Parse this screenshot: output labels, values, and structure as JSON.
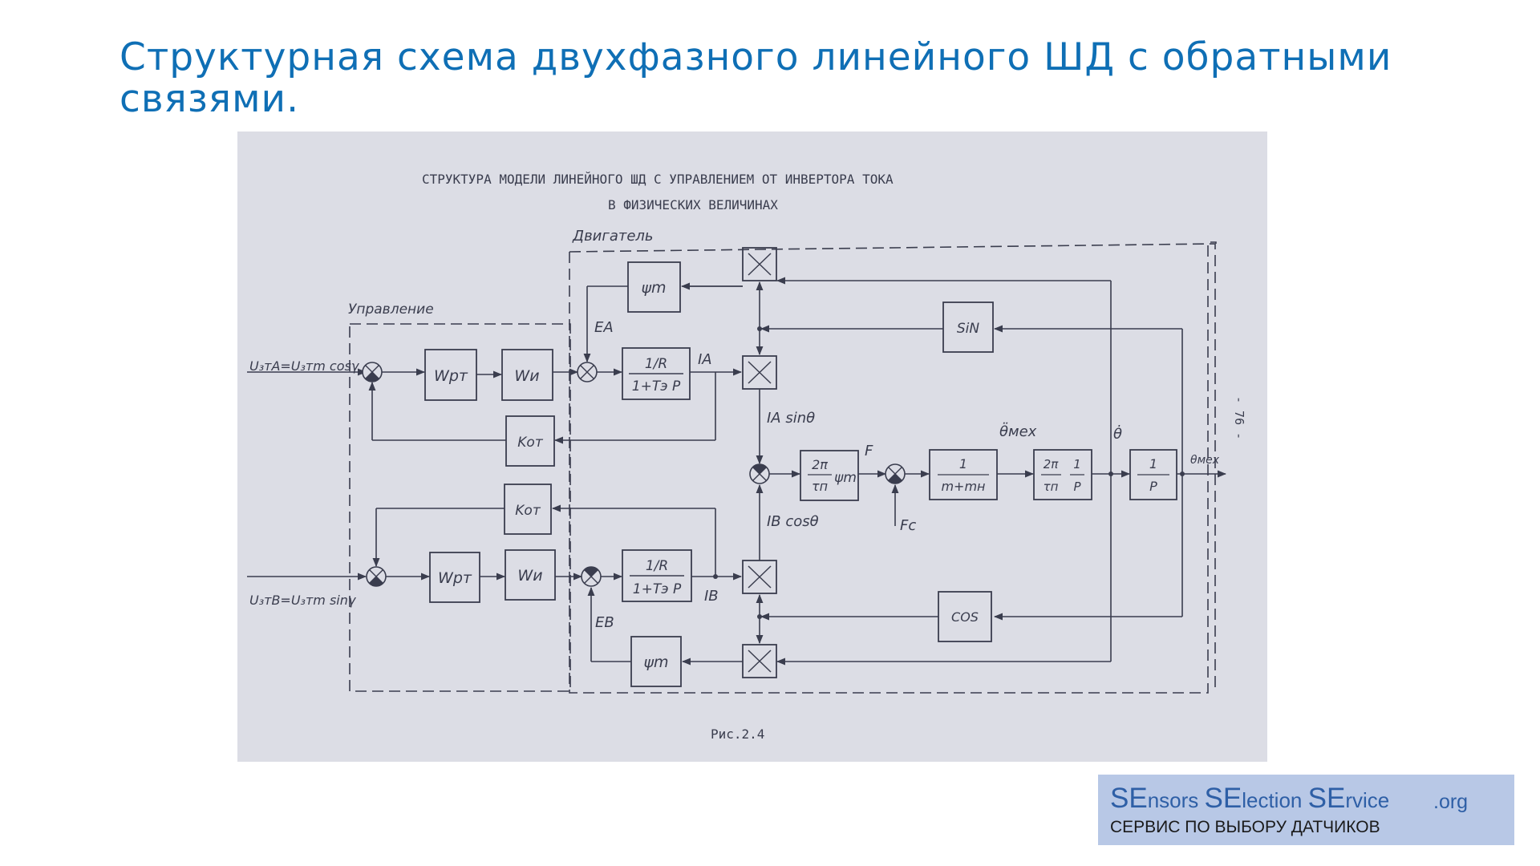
{
  "slide": {
    "title": "Структурная схема двухфазного линейного ШД с обратными связями."
  },
  "figure": {
    "heading_line1": "СТРУКТУРА МОДЕЛИ ЛИНЕЙНОГО ШД С УПРАВЛЕНИЕМ ОТ ИНВЕРТОРА ТОКА",
    "heading_line2": "В ФИЗИЧЕСКИХ ВЕЛИЧИНАХ",
    "caption": "Рис.2.4",
    "page_number": "- 76 -",
    "group_motor": "Двигатель",
    "group_control": "Управление",
    "inputs": {
      "a": "U₃ᴛA=U₃ᴛm cosγ",
      "b": "U₃ᴛB=U₃ᴛm sinγ"
    },
    "blocks": {
      "wpt": "Wрт",
      "wi": "Wи",
      "ga_num": "1/R",
      "ga_den": "1+Tэ P",
      "kot": "Kот",
      "psi": "ψm",
      "sin": "SiN",
      "cos": "COS",
      "force_num": "2π",
      "force_den": "τп",
      "force_psi": "ψm",
      "mass_num": "1",
      "mass_den": "m+mн",
      "vel_num1": "2π",
      "vel_den1": "τп",
      "vel_num2": "1",
      "vel_den2": "P",
      "int_num": "1",
      "int_den": "P"
    },
    "signals": {
      "ea": "EA",
      "eb": "EB",
      "ia": "IA",
      "ib": "IB",
      "ia_sin": "IA sinθ",
      "ib_cos": "IB cosθ",
      "force": "F",
      "load": "Fc",
      "accel": "θ̈мех",
      "speed": "θ̇",
      "position": "θмех"
    }
  },
  "logo": {
    "se1": "SE",
    "t1": "nsors ",
    "se2": "SE",
    "t2": "lection ",
    "se3": "SE",
    "t3": "rvice",
    "org": ".org",
    "subtitle": "СЕРВИС ПО ВЫБОРУ ДАТЧИКОВ"
  }
}
